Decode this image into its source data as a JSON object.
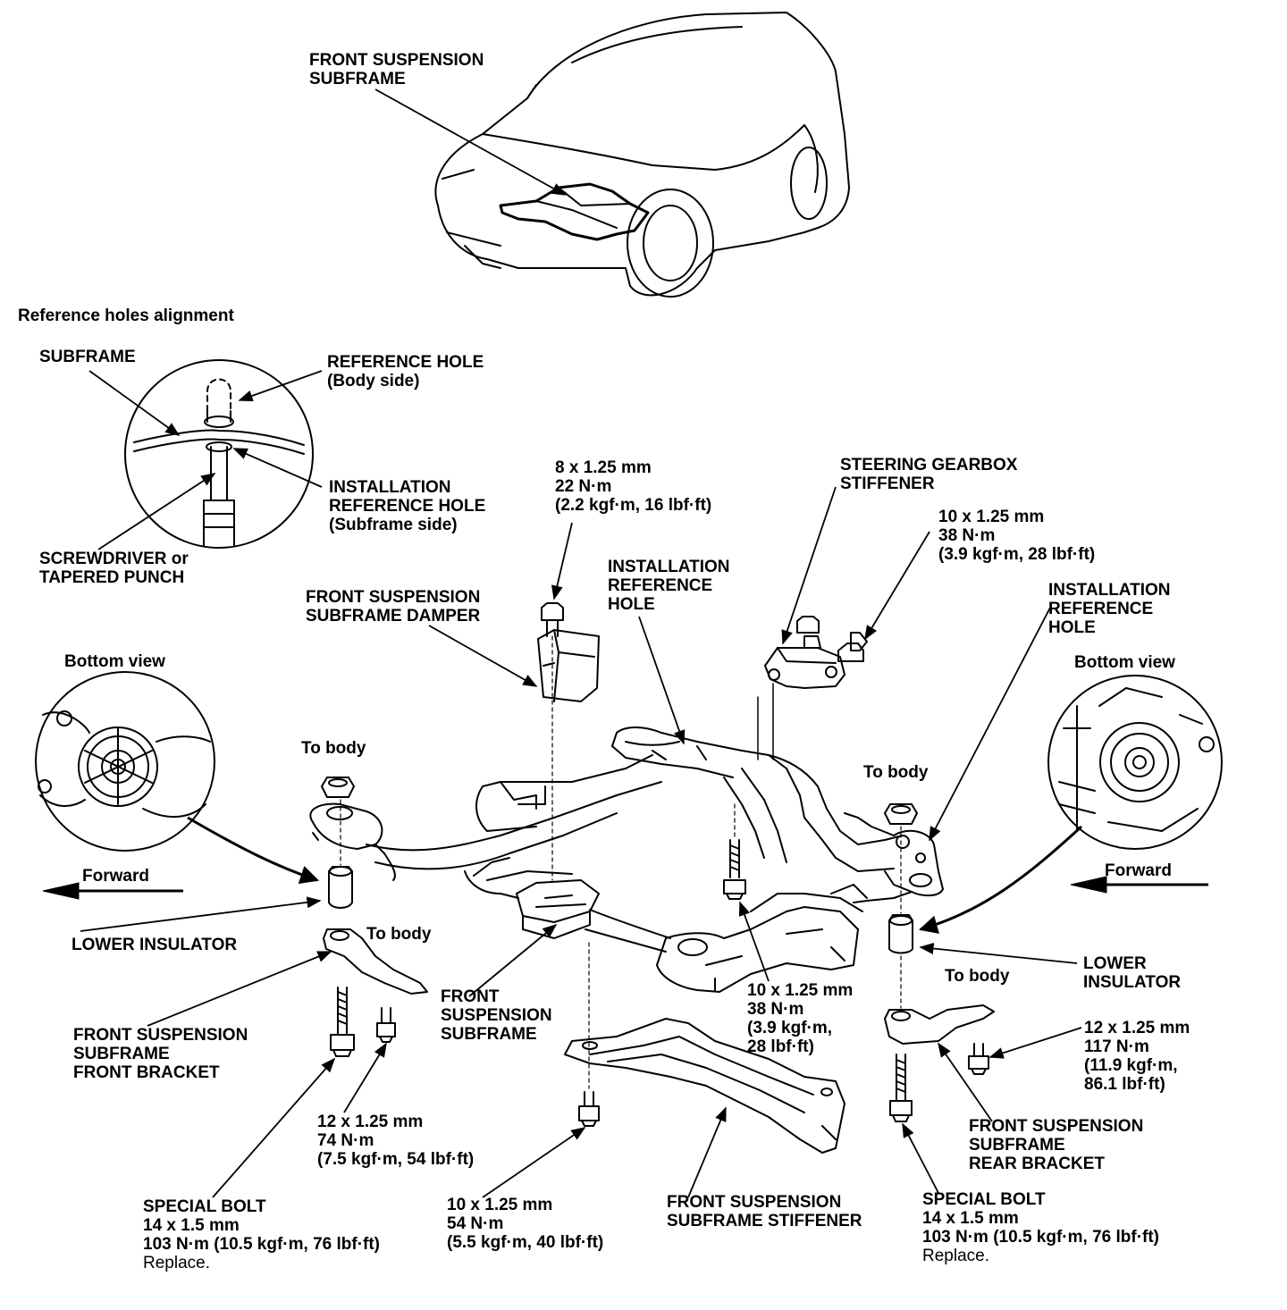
{
  "labels": {
    "car_subframe": [
      "FRONT SUSPENSION",
      "SUBFRAME"
    ],
    "ref_title": "Reference holes alignment",
    "ref_subframe": "SUBFRAME",
    "ref_ref_hole": [
      "REFERENCE HOLE",
      "(Body side)"
    ],
    "ref_install_hole": [
      "INSTALLATION",
      "REFERENCE HOLE",
      "(Subframe side)"
    ],
    "ref_screwdriver": [
      "SCREWDRIVER or",
      "TAPERED PUNCH"
    ],
    "bolt_8": [
      "8 x 1.25 mm",
      "22 N·m",
      "(2.2 kgf·m, 16 lbf·ft)"
    ],
    "damper": [
      "FRONT SUSPENSION",
      "SUBFRAME DAMPER"
    ],
    "install_ref_mid": [
      "INSTALLATION",
      "REFERENCE",
      "HOLE"
    ],
    "steering_stiffener": [
      "STEERING GEARBOX",
      "STIFFENER"
    ],
    "bolt_10_38_top": [
      "10 x 1.25 mm",
      "38 N·m",
      "(3.9 kgf·m, 28 lbf·ft)"
    ],
    "install_ref_right": [
      "INSTALLATION",
      "REFERENCE",
      "HOLE"
    ],
    "bottom_view_left": "Bottom view",
    "bottom_view_right": "Bottom view",
    "to_body_1": "To body",
    "to_body_2": "To body",
    "to_body_3": "To body",
    "to_body_4": "To body",
    "forward_left": "Forward",
    "forward_right": "Forward",
    "lower_insulator_left": "LOWER INSULATOR",
    "lower_insulator_right": [
      "LOWER",
      "INSULATOR"
    ],
    "front_bracket": [
      "FRONT SUSPENSION",
      "SUBFRAME",
      "FRONT BRACKET"
    ],
    "subframe_center": [
      "FRONT",
      "SUSPENSION",
      "SUBFRAME"
    ],
    "bolt_10_38_mid": [
      "10 x 1.25 mm",
      "38 N·m",
      "(3.9 kgf·m,",
      "28 lbf·ft)"
    ],
    "bolt_12_117": [
      "12 x 1.25 mm",
      "117 N·m",
      "(11.9 kgf·m,",
      "86.1 lbf·ft)"
    ],
    "rear_bracket": [
      "FRONT SUSPENSION",
      "SUBFRAME",
      "REAR BRACKET"
    ],
    "bolt_12_74": [
      "12 x 1.25 mm",
      "74 N·m",
      "(7.5 kgf·m, 54 lbf·ft)"
    ],
    "special_bolt_left": [
      "SPECIAL BOLT",
      "14 x 1.5 mm",
      "103 N·m (10.5 kgf·m, 76 lbf·ft)",
      "Replace."
    ],
    "bolt_10_54": [
      "10 x 1.25 mm",
      "54 N·m",
      "(5.5 kgf·m, 40 lbf·ft)"
    ],
    "stiffener": [
      "FRONT SUSPENSION",
      "SUBFRAME STIFFENER"
    ],
    "special_bolt_right": [
      "SPECIAL BOLT",
      "14 x 1.5 mm",
      "103 N·m (10.5 kgf·m, 76 lbf·ft)",
      "Replace."
    ]
  }
}
